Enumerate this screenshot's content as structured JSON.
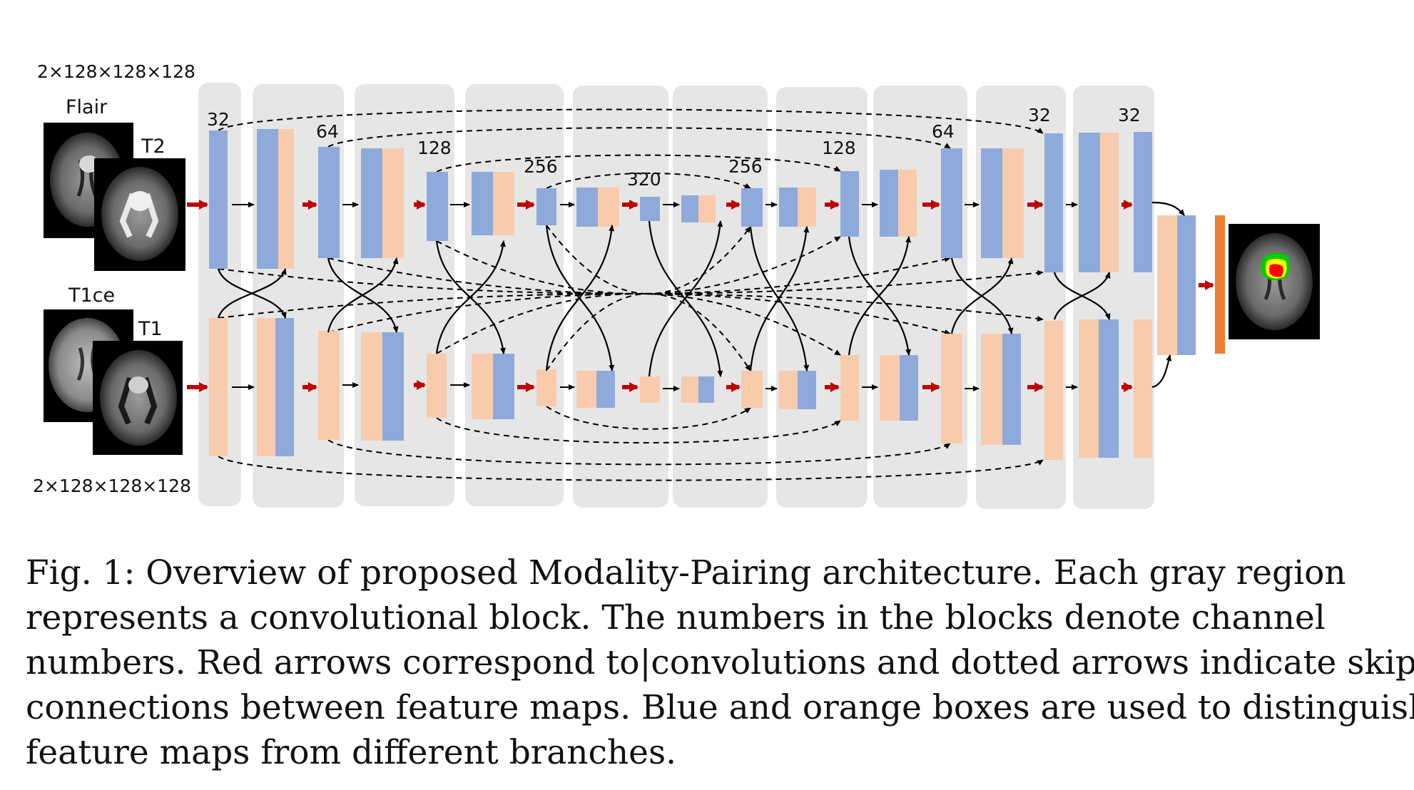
{
  "figure": {
    "input_dims_top": "2×128×128×128",
    "input_dims_bottom": "2×128×128×128",
    "modalities": {
      "flair": "Flair",
      "t2": "T2",
      "t1ce": "T1ce",
      "t1": "T1"
    },
    "channel_labels": [
      {
        "text": "32"
      },
      {
        "text": "64"
      },
      {
        "text": "128"
      },
      {
        "text": "256"
      },
      {
        "text": "320"
      },
      {
        "text": "256"
      },
      {
        "text": "128"
      },
      {
        "text": "64"
      },
      {
        "text": "32"
      },
      {
        "text": "32"
      }
    ],
    "colors": {
      "block_bg": "#e6e6e6",
      "blue": "#8eaadb",
      "orange": "#f8cbad",
      "red_arrow": "#c00000",
      "output_bar": "#ed7d31",
      "tumor_red": "#ff0000",
      "tumor_yellow": "#ffff00",
      "tumor_green": "#00cc00"
    }
  },
  "caption": {
    "lines": [
      "Fig. 1: Overview of proposed Modality-Pairing architecture. Each gray region",
      "represents a convolutional block. The numbers in the blocks denote channel",
      "numbers. Red arrows correspond to|convolutions and dotted arrows indicate skip",
      "connections between feature maps. Blue and orange boxes are used to distinguish",
      "feature maps from different branches."
    ]
  }
}
